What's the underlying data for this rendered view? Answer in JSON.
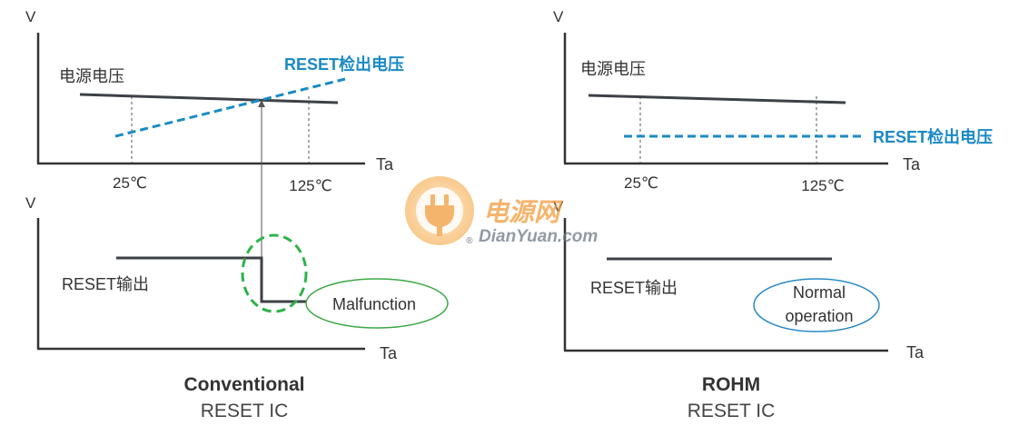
{
  "left_panel": {
    "top_chart": {
      "y_axis": "V",
      "x_axis": "Ta",
      "supply_label": "电源电压",
      "reset_label": "RESET检出电压",
      "tick_25": "25℃",
      "tick_125": "125℃"
    },
    "bottom_chart": {
      "y_axis": "V",
      "x_axis": "Ta",
      "output_label": "RESET输出",
      "callout": "Malfunction"
    },
    "caption_bold": "Conventional",
    "caption": "RESET IC"
  },
  "right_panel": {
    "top_chart": {
      "y_axis": "V",
      "x_axis": "Ta",
      "supply_label": "电源电压",
      "reset_label": "RESET检出电压",
      "tick_25": "25℃",
      "tick_125": "125℃"
    },
    "bottom_chart": {
      "y_axis": "V",
      "x_axis": "Ta",
      "output_label": "RESET输出",
      "callout_line1": "Normal",
      "callout_line2": "operation"
    },
    "caption_bold": "ROHM",
    "caption": "RESET IC"
  },
  "watermark": {
    "cn": "电源网",
    "en": "DianYuan.com",
    "reg": "®"
  },
  "colors": {
    "axis": "#333333",
    "supply_line": "#3d4147",
    "reset_line": "#1b8ac4",
    "green_circle": "#2db34a",
    "callout_green": "#3aa845",
    "callout_blue": "#2a8ac4",
    "watermark_orange": "#f29b3b"
  }
}
